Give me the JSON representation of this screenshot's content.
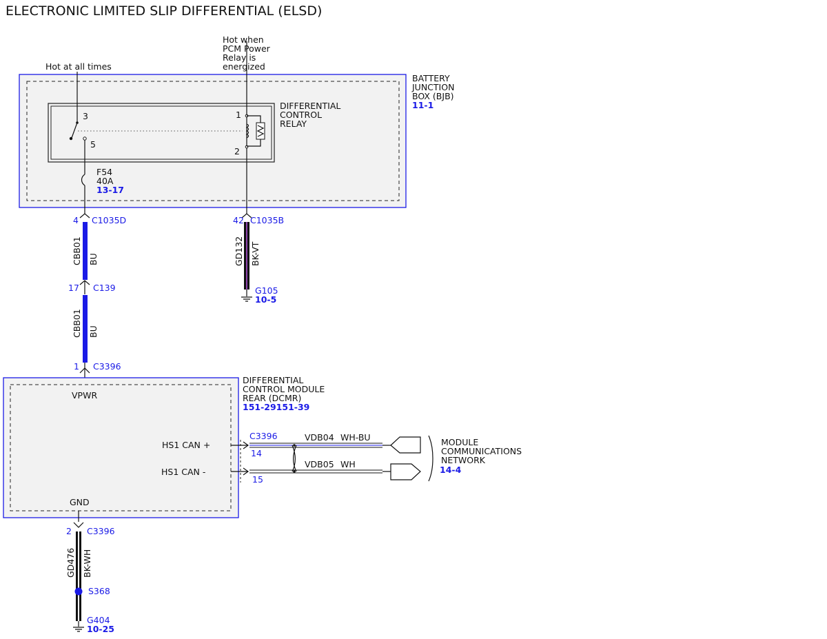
{
  "title": "ELECTRONIC LIMITED SLIP DIFFERENTIAL (ELSD)",
  "power_sources": {
    "hot_at_all_times": "Hot at all times",
    "pcm_hot": [
      "Hot when",
      "PCM Power",
      "Relay is",
      "energized"
    ]
  },
  "bjb": {
    "name_lines": [
      "BATTERY",
      "JUNCTION",
      "BOX (BJB)"
    ],
    "ref": "11-1"
  },
  "relay": {
    "name_lines": [
      "DIFFERENTIAL",
      "CONTROL",
      "RELAY"
    ],
    "pins": [
      "3",
      "5",
      "1",
      "2"
    ]
  },
  "fuse": {
    "id": "F54",
    "rating": "40A",
    "ref": "13-17"
  },
  "connectors": {
    "c1035d": {
      "pin": "4",
      "name": "C1035D"
    },
    "c1035b": {
      "pin": "42",
      "name": "C1035B"
    },
    "c139": {
      "pin": "17",
      "name": "C139"
    },
    "c3396_vpwr": {
      "pin": "1",
      "name": "C3396"
    },
    "c3396_can": {
      "name": "C3396",
      "pin_hi": "14",
      "pin_lo": "15"
    },
    "c3396_gnd": {
      "pin": "2",
      "name": "C3396"
    }
  },
  "wires": {
    "cbb01_a": {
      "circuit": "CBB01",
      "color": "BU"
    },
    "cbb01_b": {
      "circuit": "CBB01",
      "color": "BU"
    },
    "gd132": {
      "circuit": "GD132",
      "color": "BK-VT"
    },
    "vdb04": {
      "circuit": "VDB04",
      "color": "WH-BU"
    },
    "vdb05": {
      "circuit": "VDB05",
      "color": "WH"
    },
    "gd476": {
      "circuit": "GD476",
      "color": "BK-WH"
    }
  },
  "grounds": {
    "g105": {
      "name": "G105",
      "ref": "10-5"
    },
    "g404": {
      "name": "G404",
      "ref": "10-25"
    }
  },
  "splice": {
    "name": "S368"
  },
  "dcmr": {
    "name_lines": [
      "DIFFERENTIAL",
      "CONTROL MODULE",
      "REAR (DCMR)"
    ],
    "ref": "151-29151-39",
    "pins": {
      "vpwr": "VPWR",
      "can_hi": "HS1 CAN +",
      "can_lo": "HS1 CAN -",
      "gnd": "GND"
    }
  },
  "network": {
    "name_lines": [
      "MODULE",
      "COMMUNICATIONS",
      "NETWORK"
    ],
    "ref": "14-4"
  },
  "colors": {
    "blue": "#1a1ae6",
    "wire_blue": "#1a1ae6",
    "wire_black": "#111111",
    "violet": "#8e44ad",
    "box_fill": "#f2f2f2"
  }
}
